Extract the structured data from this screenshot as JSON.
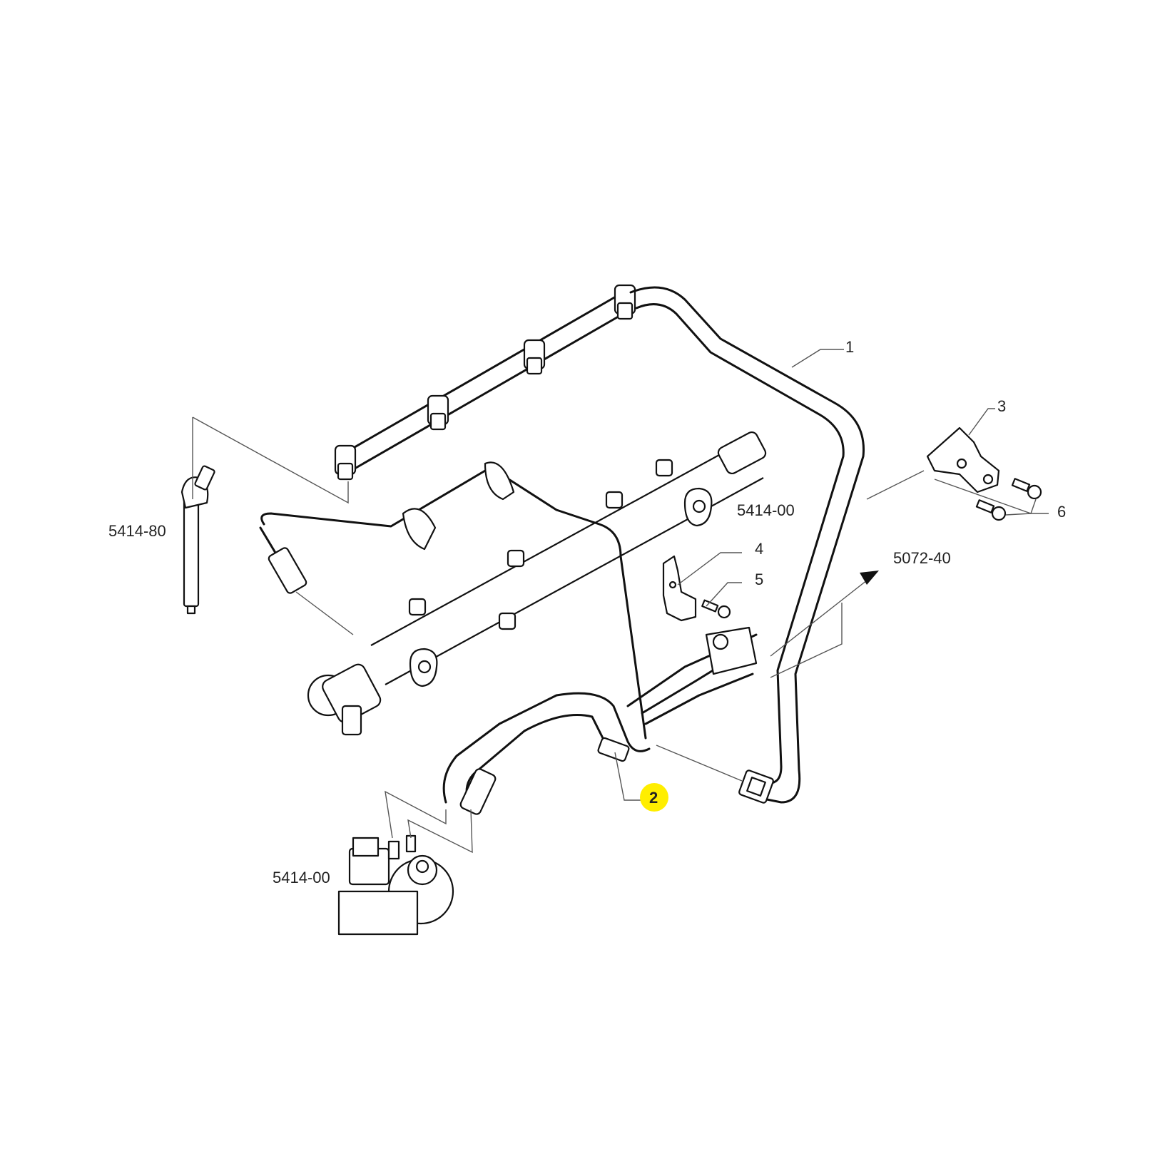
{
  "diagram": {
    "type": "exploded parts diagram",
    "subject": "Fuel line / leak-off hose assembly",
    "highlight_color": "#ffee00",
    "callouts": [
      {
        "id": "1",
        "label": "1",
        "part": "leak-off return line"
      },
      {
        "id": "2",
        "label": "2",
        "part": "fuel hose assembly",
        "highlighted": true
      },
      {
        "id": "3",
        "label": "3",
        "part": "bracket"
      },
      {
        "id": "4",
        "label": "4",
        "part": "bracket"
      },
      {
        "id": "5",
        "label": "5",
        "part": "bolt"
      },
      {
        "id": "6",
        "label": "6",
        "part": "bolts"
      }
    ],
    "references": [
      {
        "id": "ref-injector",
        "label": "5414-80"
      },
      {
        "id": "ref-rail",
        "label": "5414-00"
      },
      {
        "id": "ref-pump",
        "label": "5414-00"
      },
      {
        "id": "ref-filter",
        "label": "5072-40"
      }
    ]
  }
}
